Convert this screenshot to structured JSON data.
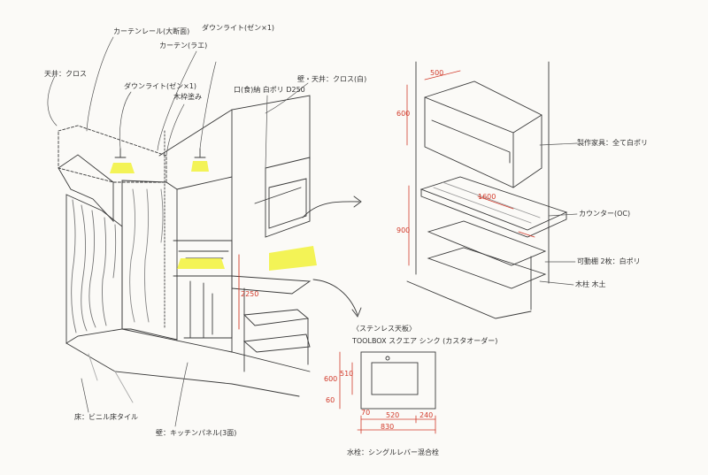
{
  "colors": {
    "ink": "#3a3a3a",
    "red": "#d23a2a",
    "light": "#f2f23a",
    "paper": "#fbfaf7"
  },
  "labels": {
    "ceiling": "天井：クロス",
    "curtain_rail": "カーテンレール(大断面)",
    "downlight_left": "ダウンライト(ゼン×1)",
    "downlight_right": "ダウンライト(ゼン×1)",
    "curtain": "カーテン(ラエ)",
    "paint": "木枠塗み",
    "mouth_frame": "口(食)納 白ポリ D250",
    "wall_ceiling": "壁・天井：クロス(白)",
    "floor": "床：ビニル床タイル",
    "wall_panel": "壁：キッチンパネル(3面)",
    "cabinet": "製作家具：全て白ポリ",
    "counter": "カウンター(OC)",
    "shelf": "可動棚 2枚：白ポリ",
    "support": "木柱 木土",
    "sink_title": "〈ステンレス天板〉",
    "sink_model": "TOOLBOX スクエア シンク (カスタオーダー)",
    "faucet": "水栓：シングルレバー混合栓"
  },
  "dims": {
    "d1": "600",
    "d2": "510",
    "d3": "520",
    "d4": "240",
    "d5": "830",
    "d6": "60",
    "d7": "70",
    "c1": "2250",
    "c2": "900",
    "c3": "600",
    "c4": "500",
    "c5": "1600"
  }
}
